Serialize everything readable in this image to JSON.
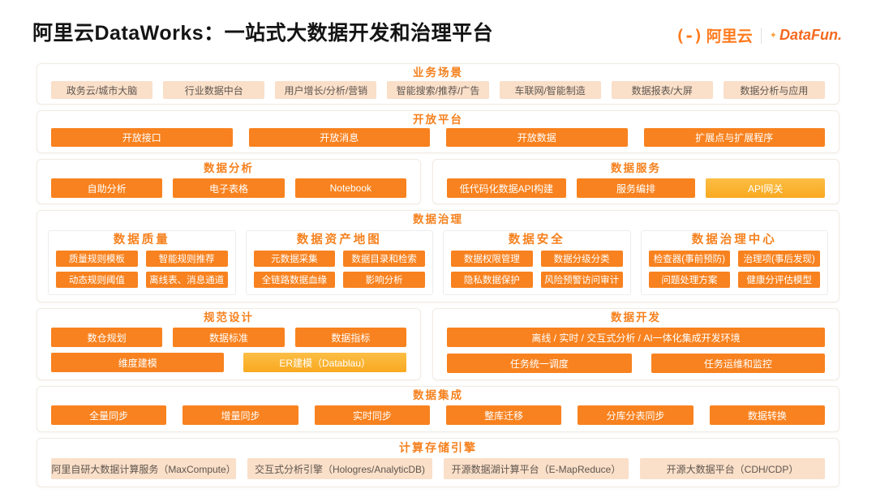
{
  "page": {
    "title": "阿里云DataWorks：一站式大数据开发和治理平台",
    "logos": {
      "aliyun_mark": "(-)",
      "aliyun": "阿里云",
      "datafun": "DataFun."
    }
  },
  "colors": {
    "accent_orange": "#F8821F",
    "amber": "#FBB22C",
    "peach": "#FADFC9",
    "peach_text": "#5F564E",
    "heading_orange": "#F5811E"
  },
  "sections": {
    "business": {
      "heading": "业务场景",
      "items": [
        "政务云/城市大脑",
        "行业数据中台",
        "用户增长/分析/营销",
        "智能搜索/推荐/广告",
        "车联网/智能制造",
        "数据报表/大屏",
        "数据分析与应用"
      ]
    },
    "open_platform": {
      "heading": "开放平台",
      "items": [
        "开放接口",
        "开放消息",
        "开放数据",
        "扩展点与扩展程序"
      ]
    },
    "analysis": {
      "heading": "数据分析",
      "items": [
        "自助分析",
        "电子表格",
        "Notebook"
      ]
    },
    "services": {
      "heading": "数据服务",
      "items": [
        "低代码化数据API构建",
        "服务编排",
        "API网关"
      ]
    },
    "governance": {
      "heading": "数据治理",
      "groups": [
        {
          "heading": "数据质量",
          "items": [
            "质量规则模板",
            "智能规则推荐",
            "动态规则阈值",
            "离线表、消息通道"
          ]
        },
        {
          "heading": "数据资产地图",
          "items": [
            "元数据采集",
            "数据目录和检索",
            "全链路数据血缘",
            "影响分析"
          ]
        },
        {
          "heading": "数据安全",
          "items": [
            "数据权限管理",
            "数据分级分类",
            "隐私数据保护",
            "风险预警访问审计"
          ]
        },
        {
          "heading": "数据治理中心",
          "items": [
            "检查器(事前预防)",
            "治理项(事后发现)",
            "问题处理方案",
            "健康分评估模型"
          ]
        }
      ]
    },
    "design": {
      "heading": "规范设计",
      "row1": [
        "数仓规划",
        "数据标准",
        "数据指标"
      ],
      "row2": [
        "维度建模",
        "ER建模（Datablau）"
      ]
    },
    "development": {
      "heading": "数据开发",
      "row1": [
        "离线 / 实时 / 交互式分析 / AI一体化集成开发环境"
      ],
      "row2": [
        "任务统一调度",
        "任务运维和监控"
      ]
    },
    "integration": {
      "heading": "数据集成",
      "items": [
        "全量同步",
        "增量同步",
        "实时同步",
        "整库迁移",
        "分库分表同步",
        "数据转换"
      ]
    },
    "engines": {
      "heading": "计算存储引擎",
      "items": [
        "阿里自研大数据计算服务（MaxCompute）",
        "交互式分析引擎（Hologres/AnalyticDB)",
        "开源数据湖计算平台（E-MapReduce）",
        "开源大数据平台（CDH/CDP）"
      ]
    }
  }
}
